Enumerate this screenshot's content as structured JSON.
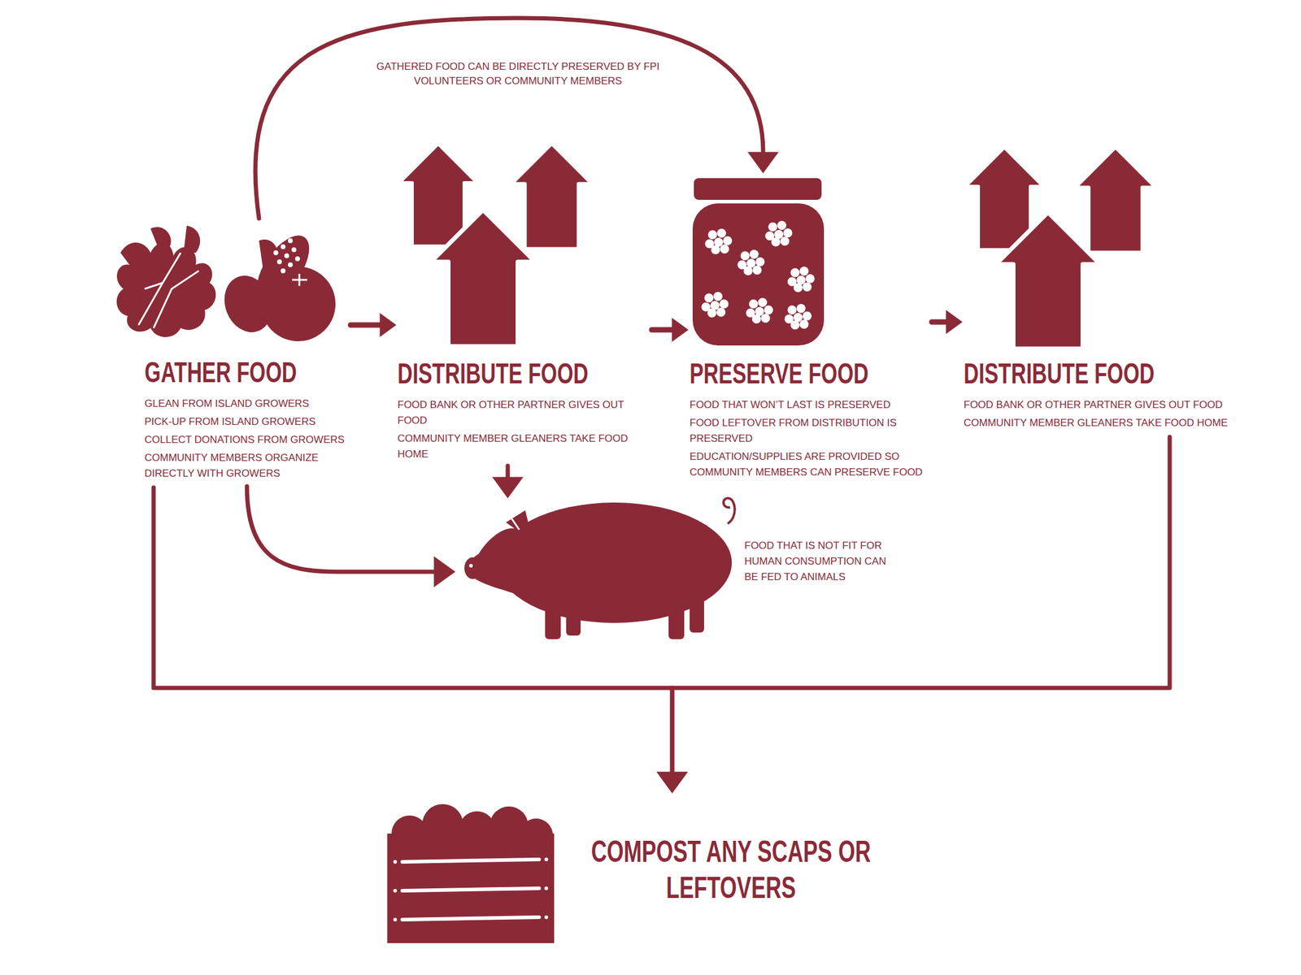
{
  "diagram": {
    "nodes": [
      {
        "text": [
          "GATHER FOOD",
          "GLEAN FROM ISLAND GROWERS",
          "PICK-UP FROM ISLAND GROWERS",
          "COLLECT DONATIONS FROM GROWERS",
          "COMMUNITY MEMBERS ORGANIZE DIRECTLY WITH GROWERS"
        ]
      },
      {
        "text": [
          "DISTRIBUTE FOOD",
          "FOOD BANK OR OTHER PARTNER GIVES OUT FOOD",
          "COMMUNITY MEMBER GLEANERS TAKE FOOD HOME"
        ]
      },
      {
        "text": [
          "PRESERVE FOOD",
          "FOOD THAT WON’T LAST IS PRESERVED",
          "FOOD LEFTOVER FROM DISTRIBUTION IS PRESERVED",
          "EDUCATION/SUPPLIES ARE PROVIDED SO COMMUNITY MEMBERS CAN PRESERVE FOOD"
        ]
      },
      {
        "text": [
          "DISTRIBUTE FOOD",
          "FOOD BANK OR OTHER PARTNER GIVES OUT FOOD",
          "COMMUNITY MEMBER GLEANERS TAKE FOOD HOME"
        ]
      },
      {
        "text": [
          "FOOD THAT IS NOT FIT FOR HUMAN CONSUMPTION CAN BE FED TO ANIMALS"
        ]
      },
      {
        "text": [
          "COMPOST ANY SCAPS OR LEFTOVERS"
        ]
      }
    ],
    "edges": [
      {
        "from": 0,
        "to": 1,
        "arrow": "to"
      },
      {
        "from": 1,
        "to": 2,
        "arrow": "to"
      },
      {
        "from": 2,
        "to": 3,
        "arrow": "to"
      },
      {
        "from": 0,
        "to": 2,
        "label": "GATHERED FOOD CAN BE DIRECTLY PRESERVED BY FPI VOLUNTEERS OR COMMUNITY MEMBERS",
        "arrow": "to"
      },
      {
        "from": 1,
        "to": 4,
        "arrow": "to"
      },
      {
        "from": 0,
        "to": 4,
        "arrow": "to"
      },
      {
        "from": 0,
        "to": 5,
        "arrow": "to"
      },
      {
        "from": 3,
        "to": 5,
        "arrow": "to"
      }
    ]
  }
}
